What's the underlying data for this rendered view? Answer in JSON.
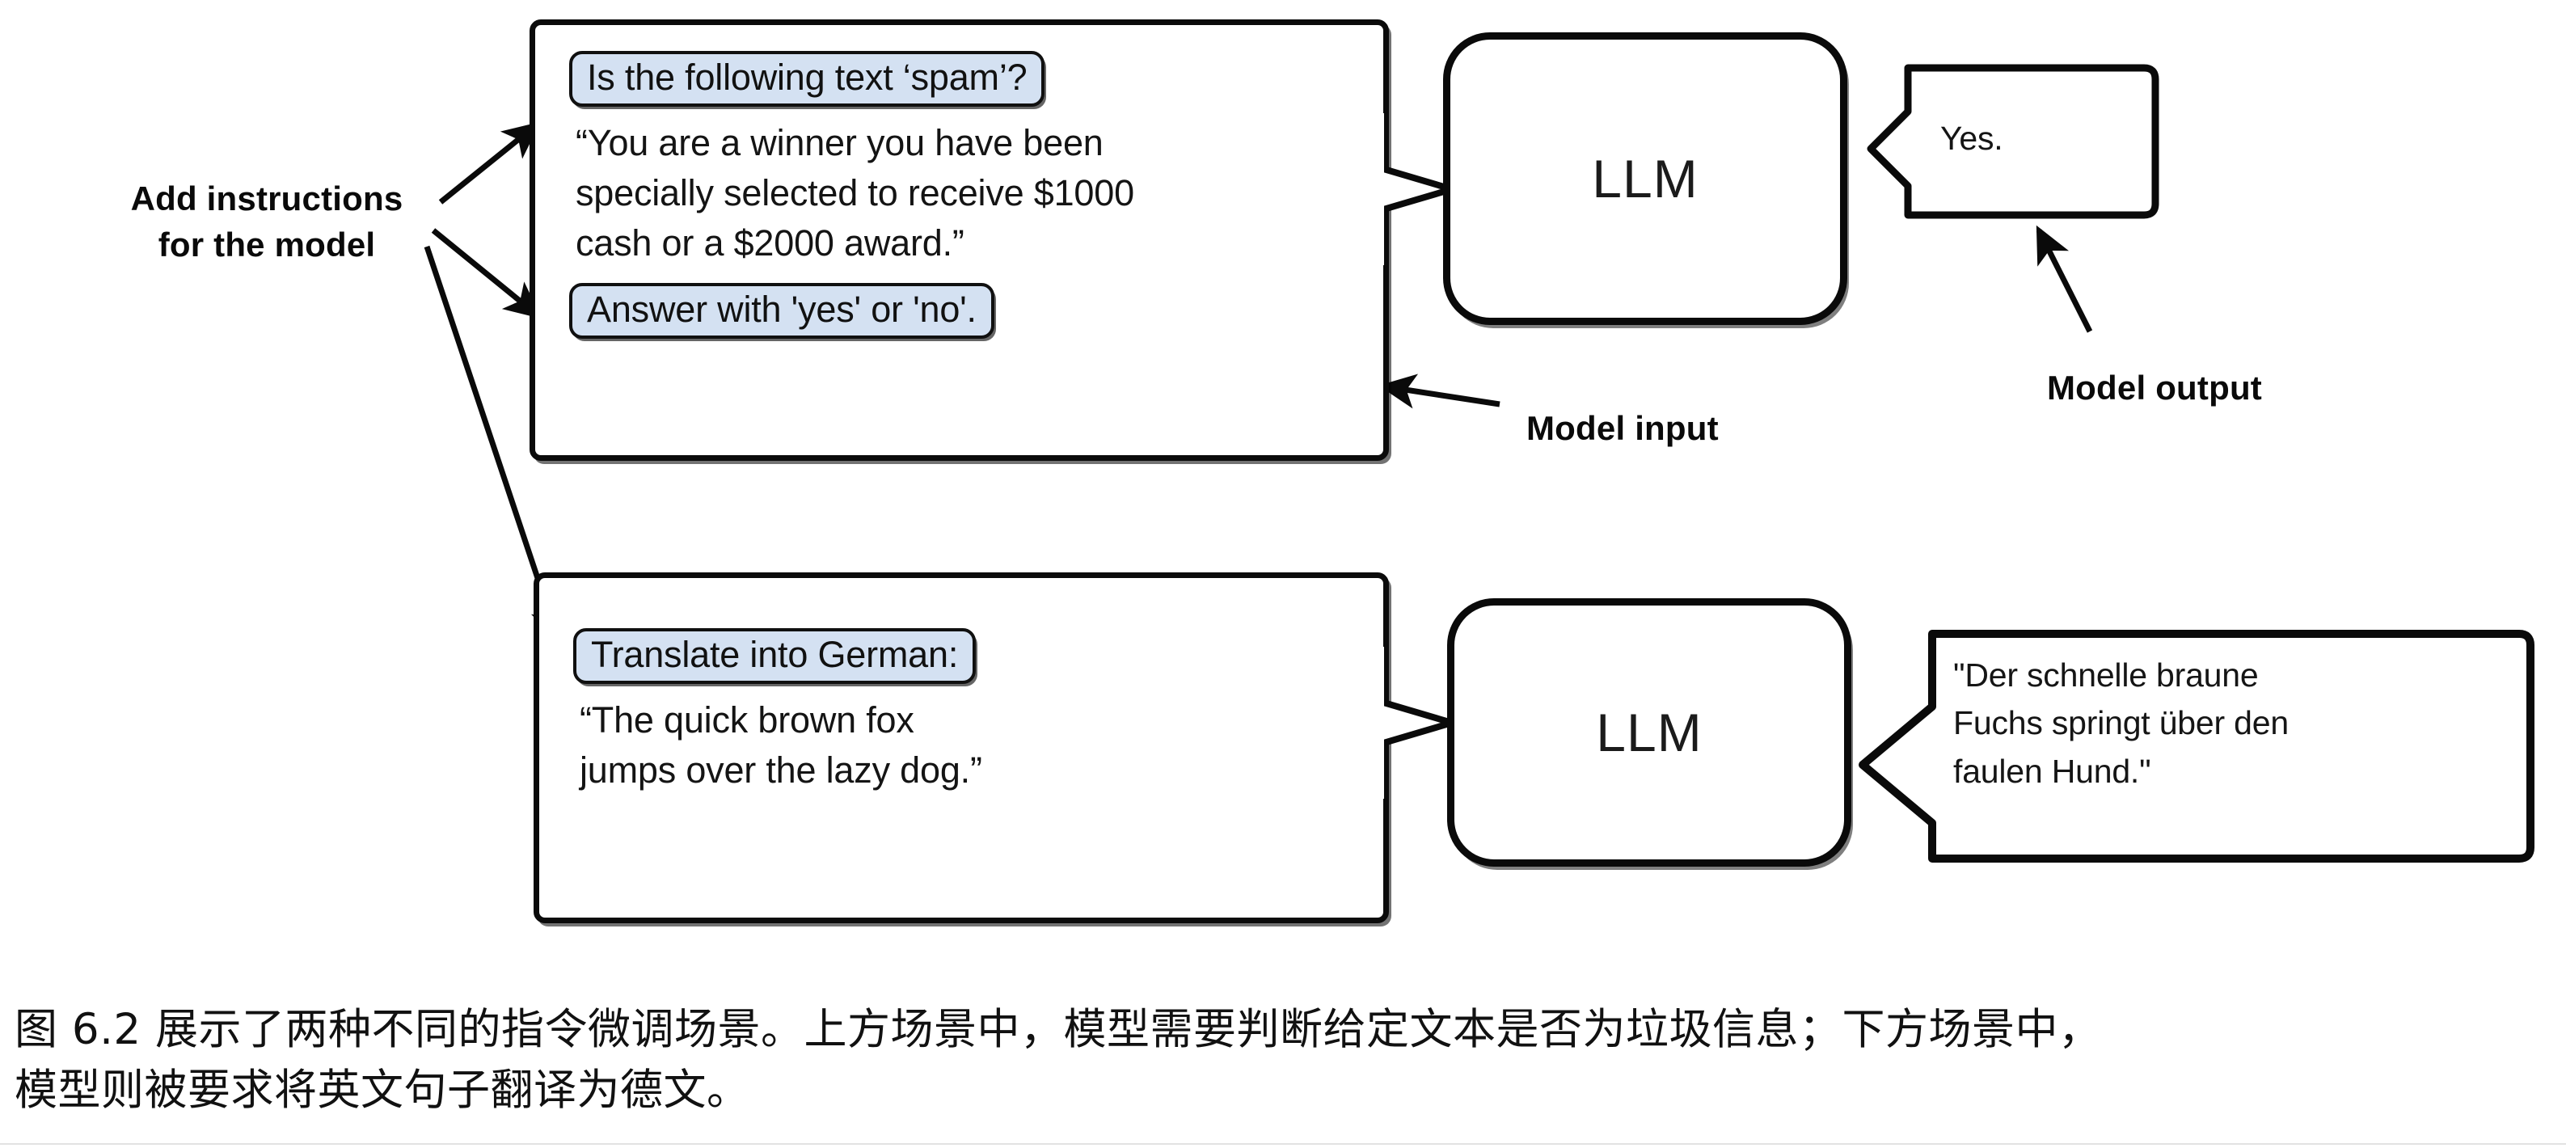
{
  "figure": {
    "title": "Instruction fine-tuning scenarios diagram",
    "colors": {
      "instruction_highlight": "#d4e1f2",
      "outline": "#0a0a0a",
      "background": "#ffffff",
      "text": "#141414"
    }
  },
  "annotations": {
    "add_instructions": "Add instructions\nfor the model",
    "model_input": "Model input",
    "model_output": "Model output"
  },
  "scenarios": [
    {
      "id": "spam-classification",
      "instruction": "Is the following text ‘spam’?",
      "body": "“You are a winner you have been\nspecially selected to receive $1000\ncash or a $2000 award.”",
      "trailing_instruction": "Answer with 'yes' or 'no'.",
      "model_label": "LLM",
      "output": "Yes."
    },
    {
      "id": "german-translation",
      "instruction": "Translate into German:",
      "body": "“The quick brown fox\njumps over the lazy dog.”",
      "trailing_instruction": null,
      "model_label": "LLM",
      "output": "\"Der schnelle braune\nFuchs springt über den\nfaulen Hund.\""
    }
  ],
  "caption": {
    "line1": "图 6.2 展示了两种不同的指令微调场景。上方场景中，模型需要判断给定文本是否为垃圾信息；下方场景中，",
    "line2": "模型则被要求将英文句子翻译为德文。"
  }
}
